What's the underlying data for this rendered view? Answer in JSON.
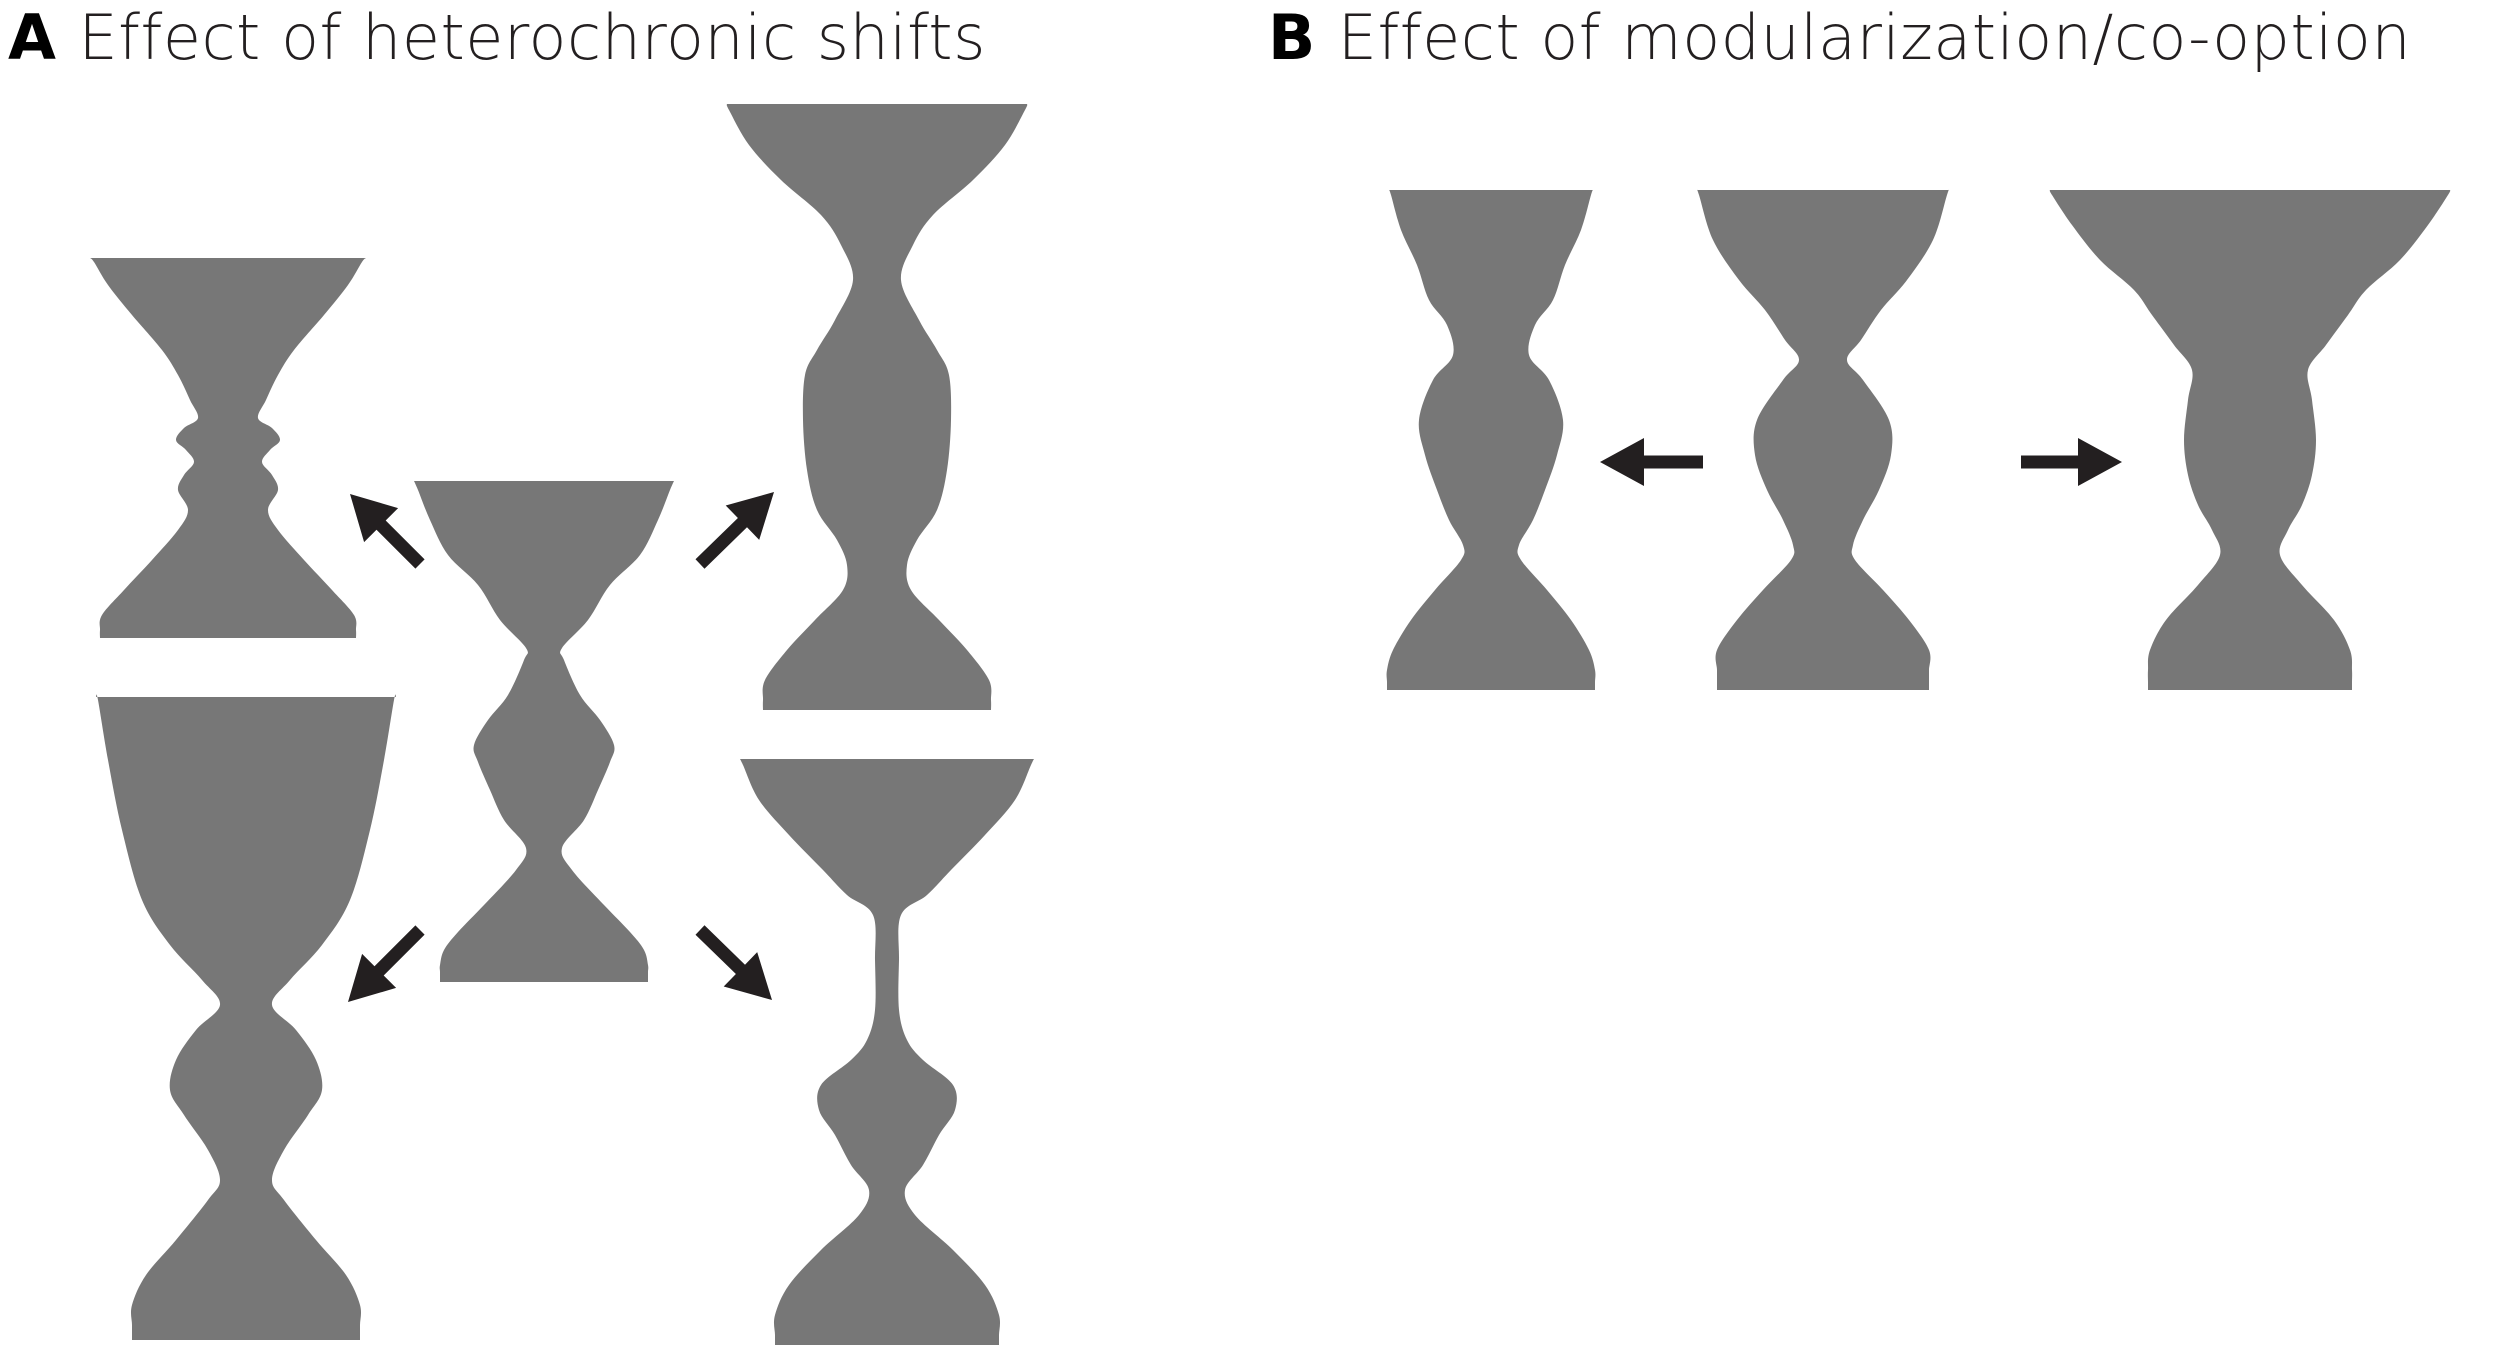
{
  "panel_a": {
    "letter": "A",
    "title": "Effect of heterochronic shifts"
  },
  "panel_b": {
    "letter": "B",
    "title": "Effect of modularization/co-option"
  },
  "colors": {
    "shape_fill": "#777777",
    "arrow": "#231f20",
    "text": "#231f20"
  }
}
